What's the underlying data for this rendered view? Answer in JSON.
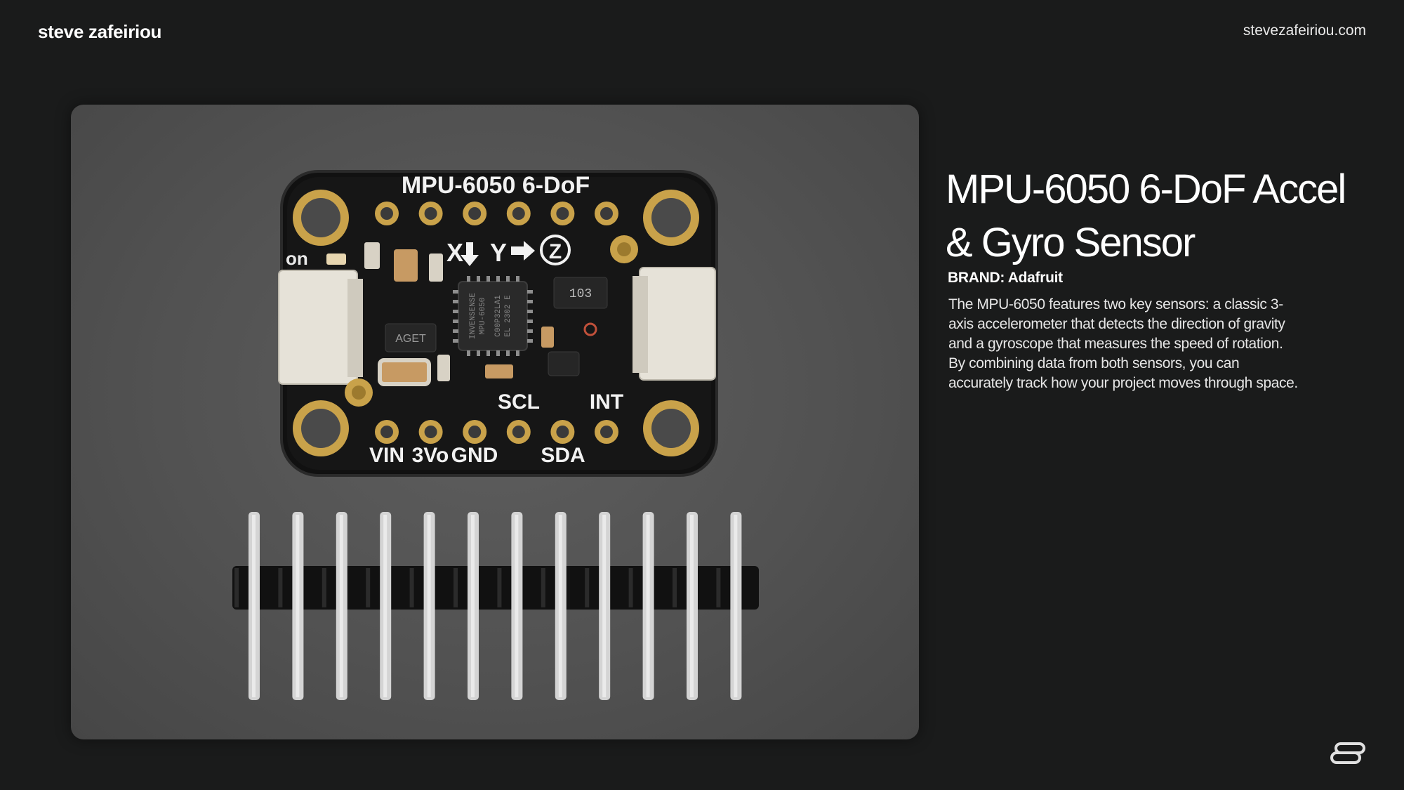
{
  "header": {
    "brand_name": "steve zafeiriou",
    "site_url": "stevezafeiriou.com"
  },
  "product": {
    "title": "MPU-6050 6-DoF Accel & Gyro Sensor",
    "brand_line": "BRAND: Adafruit",
    "description": "The MPU-6050 features two key sensors: a classic 3-axis accelerometer that detects the direction of gravity and a gyroscope that measures the speed of rotation. By combining data from both sensors, you can accurately track how your project moves through space."
  },
  "photo": {
    "board_title": "MPU-6050 6-DoF",
    "axis_label_x": "X",
    "axis_label_y": "Y",
    "axis_label_z": "Z",
    "on_label": "on",
    "pin_labels": [
      "VIN",
      "3Vo",
      "GND",
      "SCL",
      "SDA",
      "INT"
    ],
    "chip_label_1": "INVENSENSE",
    "chip_label_2": "MPU-6050",
    "chip_label_3": "C00P32LA1",
    "chip_label_4": "EL 2302 E",
    "resistor_label": "103",
    "regulator_label": "AGET",
    "colors": {
      "pcb": "#121212",
      "gold": "#c9a24a",
      "connector": "#e6e2d8",
      "header_plastic": "#111111",
      "pin_metal": "#d4d4d4"
    }
  },
  "icons": {
    "footer_logo": "stacked-loop-logo-icon"
  }
}
